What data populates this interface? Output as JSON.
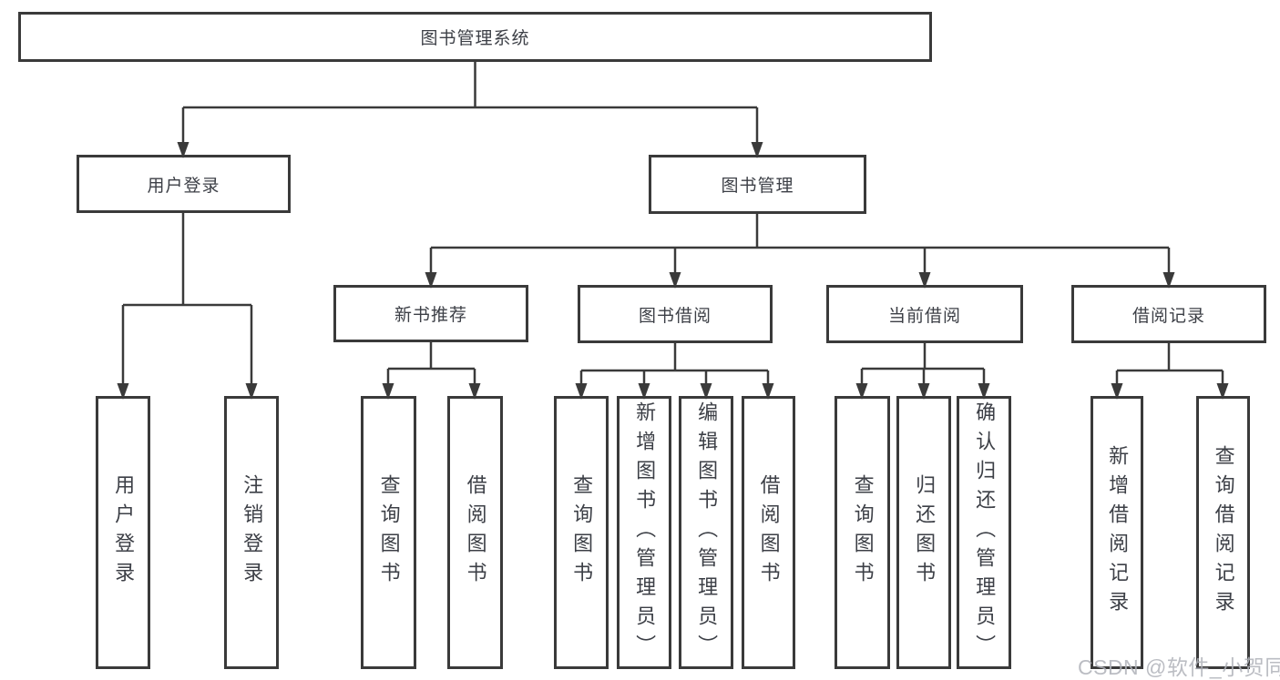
{
  "tree": {
    "root": {
      "label": "图书管理系统"
    },
    "level1": [
      {
        "label": "用户登录",
        "children": [
          {
            "label": "用户登录"
          },
          {
            "label": "注销登录"
          }
        ]
      },
      {
        "label": "图书管理",
        "children": [
          {
            "label": "新书推荐",
            "children": [
              {
                "label": "查询图书"
              },
              {
                "label": "借阅图书"
              }
            ]
          },
          {
            "label": "图书借阅",
            "children": [
              {
                "label": "查询图书"
              },
              {
                "label": "新增图书（管理员）"
              },
              {
                "label": "编辑图书（管理员）"
              },
              {
                "label": "借阅图书"
              }
            ]
          },
          {
            "label": "当前借阅",
            "children": [
              {
                "label": "查询图书"
              },
              {
                "label": "归还图书"
              },
              {
                "label": "确认归还（管理员）"
              }
            ]
          },
          {
            "label": "借阅记录",
            "children": [
              {
                "label": "新增借阅记录"
              },
              {
                "label": "查询借阅记录"
              }
            ]
          }
        ]
      }
    ]
  },
  "watermark": {
    "text": "CSDN @软件_小贺同学"
  },
  "colors": {
    "line": "#3a3a3a",
    "box_border": "#3a3a3a",
    "box_fill": "#ffffff",
    "text": "#3c3f46",
    "watermark": "#b0b3b9",
    "background": "#ffffff"
  }
}
